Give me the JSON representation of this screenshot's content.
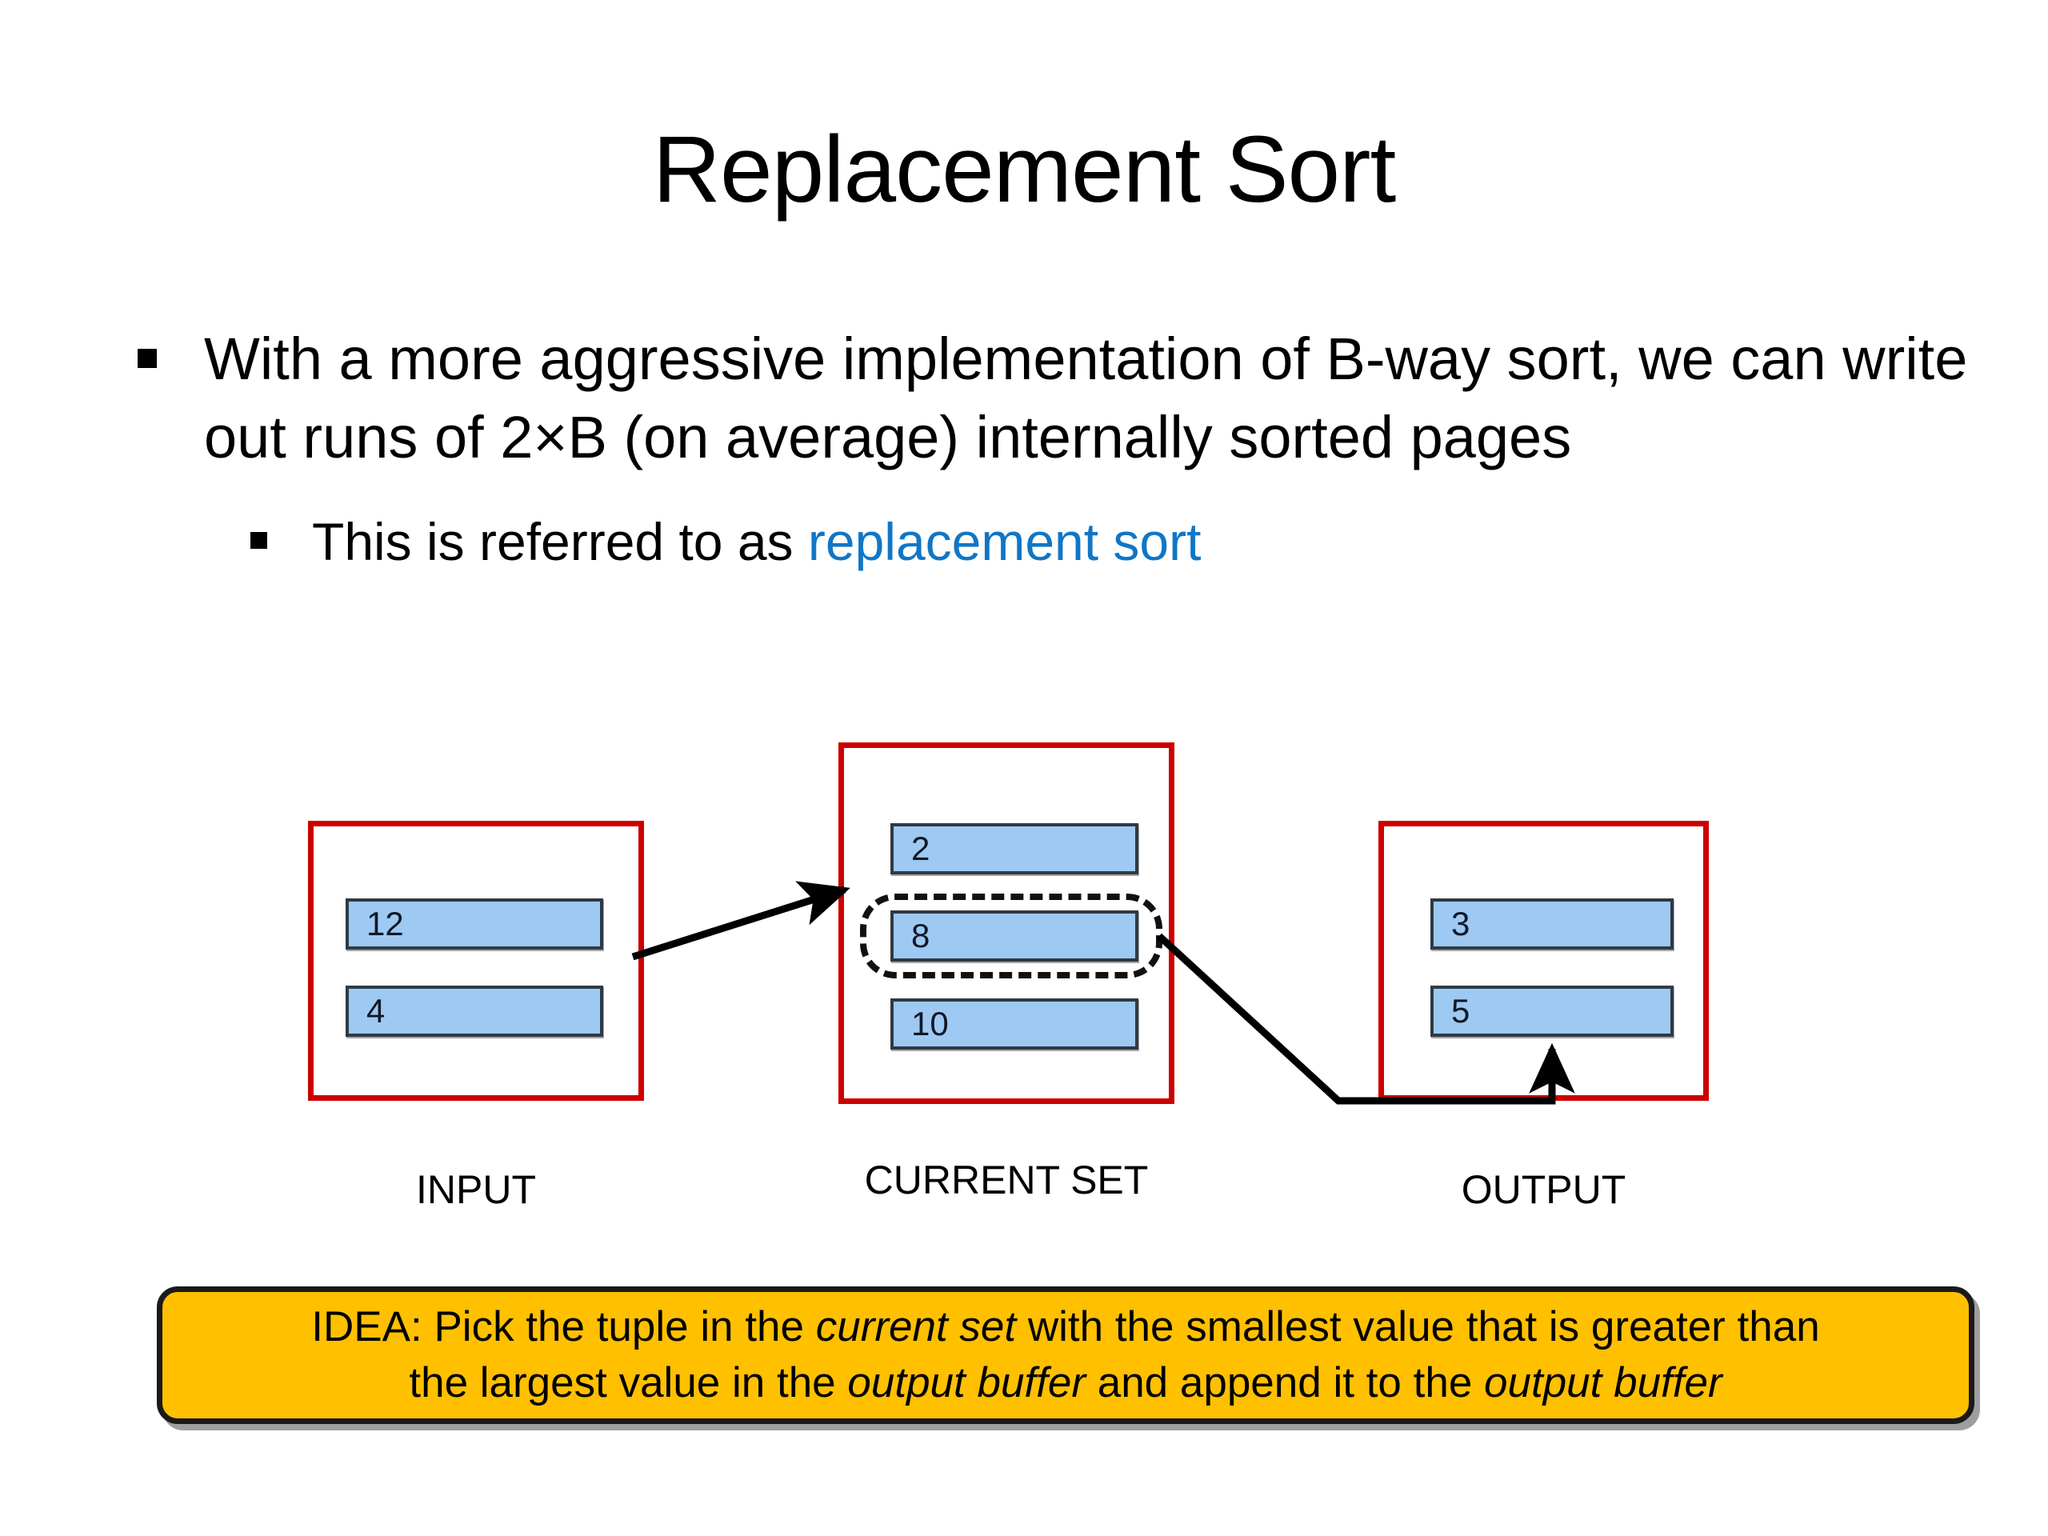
{
  "slide": {
    "title": "Replacement Sort",
    "bullets": {
      "level1": "With a more aggressive implementation of B-way sort, we can write out runs of 2×B (on average) internally sorted pages",
      "level2_prefix": "This is referred to as ",
      "level2_accent": "replacement sort"
    },
    "diagram": {
      "input": {
        "label": "INPUT",
        "cells": [
          "12",
          "4"
        ]
      },
      "current_set": {
        "label": "CURRENT SET",
        "cells": [
          "2",
          "8",
          "10"
        ],
        "highlighted_cell": "8"
      },
      "output": {
        "label": "OUTPUT",
        "cells": [
          "3",
          "5"
        ]
      }
    },
    "idea_callout": {
      "line1_a": "IDEA: Pick the tuple in the ",
      "line1_italic": "current set",
      "line1_b": " with the smallest value that is greater than",
      "line2_a": "the largest value in the ",
      "line2_italic_a": "output buffer",
      "line2_b": " and append it to the ",
      "line2_italic_b": "output buffer"
    },
    "colors": {
      "accent_link": "#1076C6",
      "box_border_red": "#CC0000",
      "cell_fill_blue": "#9EC9F2",
      "cell_border": "#2E3A45",
      "callout_fill": "#FFC000",
      "callout_border": "#1A1A1A",
      "text": "#000000"
    }
  }
}
